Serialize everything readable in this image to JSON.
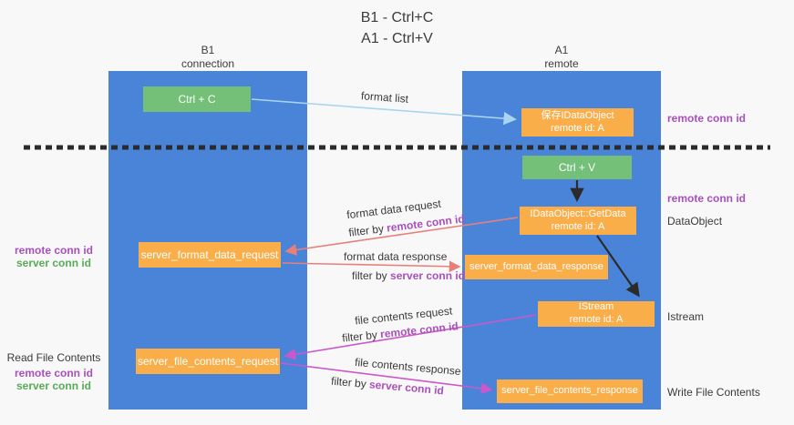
{
  "title": {
    "line1": "B1 - Ctrl+C",
    "line2": "A1 - Ctrl+V"
  },
  "lanes": {
    "left": {
      "title": "B1",
      "subtitle": "connection"
    },
    "right": {
      "title": "A1",
      "subtitle": "remote"
    }
  },
  "boxes": {
    "ctrl_c": {
      "label": "Ctrl + C"
    },
    "ctrl_v": {
      "label": "Ctrl + V"
    },
    "save_idataobject": {
      "line1": "保存IDataObject",
      "line2": "remote id: A"
    },
    "idataobject_getdata": {
      "line1": "IDataObject::GetData",
      "line2": "remote id: A"
    },
    "istream": {
      "line1": "IStream",
      "line2": "remote id: A"
    },
    "server_format_data_request": {
      "label": "server_format_data_request"
    },
    "server_format_data_response": {
      "label": "server_format_data_response"
    },
    "server_file_contents_request": {
      "label": "server_file_contents_request"
    },
    "server_file_contents_response": {
      "label": "server_file_contents_response"
    }
  },
  "flow_labels": {
    "format_list": "format list",
    "format_data_request": "format data request",
    "format_data_request_filter_prefix": "filter by ",
    "format_data_request_filter_key": "remote conn id",
    "format_data_response": "format data response",
    "format_data_response_filter_prefix": "filter by ",
    "format_data_response_filter_key": "server conn id",
    "file_contents_request": "file contents request",
    "file_contents_request_filter_prefix": "filter by ",
    "file_contents_request_filter_key": "remote conn id",
    "file_contents_response": "file contents response",
    "file_contents_response_filter_prefix": "filter by ",
    "file_contents_response_filter_key": "server conn id"
  },
  "annotations": {
    "right_top_remote_conn_id": "remote conn id",
    "right_mid_remote_conn_id": "remote conn id",
    "dataobject": "DataObject",
    "istream": "Istream",
    "write_file_contents": "Write File Contents",
    "left_format_remote_conn_id": "remote conn id",
    "left_format_server_conn_id": "server conn id",
    "read_file_contents": "Read File Contents",
    "left_file_remote_conn_id": "remote conn id",
    "left_file_server_conn_id": "server conn id"
  },
  "colors": {
    "lane_blue": "#4a84d9",
    "box_green": "#74c078",
    "box_orange": "#f9ae49",
    "arrow_light_blue": "#a9d5f1",
    "arrow_black": "#2b2b2b",
    "arrow_salmon": "#e88079",
    "arrow_magenta": "#ca58ca",
    "text_purple": "#aa50bd",
    "text_green": "#57ab57",
    "text_dark": "#3a3a3a",
    "background": "#f8f8f9"
  }
}
